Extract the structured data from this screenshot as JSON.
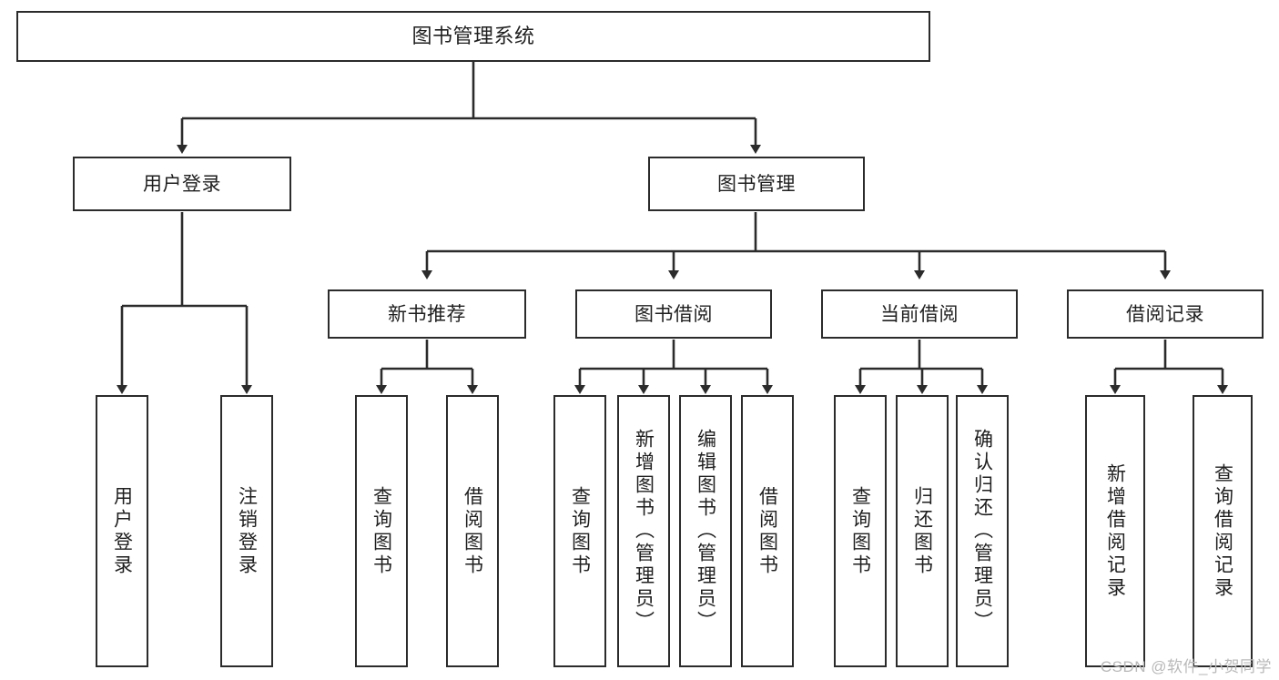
{
  "diagram": {
    "title": "图书管理系统",
    "type": "tree-hierarchy",
    "watermark": "CSDN @软件_小贺同学",
    "colors": {
      "background": "#ffffff",
      "box_border": "#2b2b2b",
      "box_fill": "#ffffff",
      "text": "#1f1f1f",
      "connector": "#2b2b2b",
      "watermark": "#b9b9b9"
    },
    "levels": {
      "root": {
        "label": "图书管理系统"
      },
      "level2": [
        {
          "label": "用户登录"
        },
        {
          "label": "图书管理"
        }
      ],
      "level3": [
        {
          "label": "新书推荐"
        },
        {
          "label": "图书借阅"
        },
        {
          "label": "当前借阅"
        },
        {
          "label": "借阅记录"
        }
      ],
      "leaves": {
        "user_login": [
          {
            "label": "用户登录"
          },
          {
            "label": "注销登录"
          }
        ],
        "new_book_recommend": [
          {
            "label": "查询图书"
          },
          {
            "label": "借阅图书"
          }
        ],
        "book_borrow": [
          {
            "label": "查询图书"
          },
          {
            "label": "新增图书（管理员）"
          },
          {
            "label": "编辑图书（管理员）"
          },
          {
            "label": "借阅图书"
          }
        ],
        "current_borrow": [
          {
            "label": "查询图书"
          },
          {
            "label": "归还图书"
          },
          {
            "label": "确认归还（管理员）"
          }
        ],
        "borrow_record": [
          {
            "label": "新增借阅记录"
          },
          {
            "label": "查询借阅记录"
          }
        ]
      }
    }
  }
}
